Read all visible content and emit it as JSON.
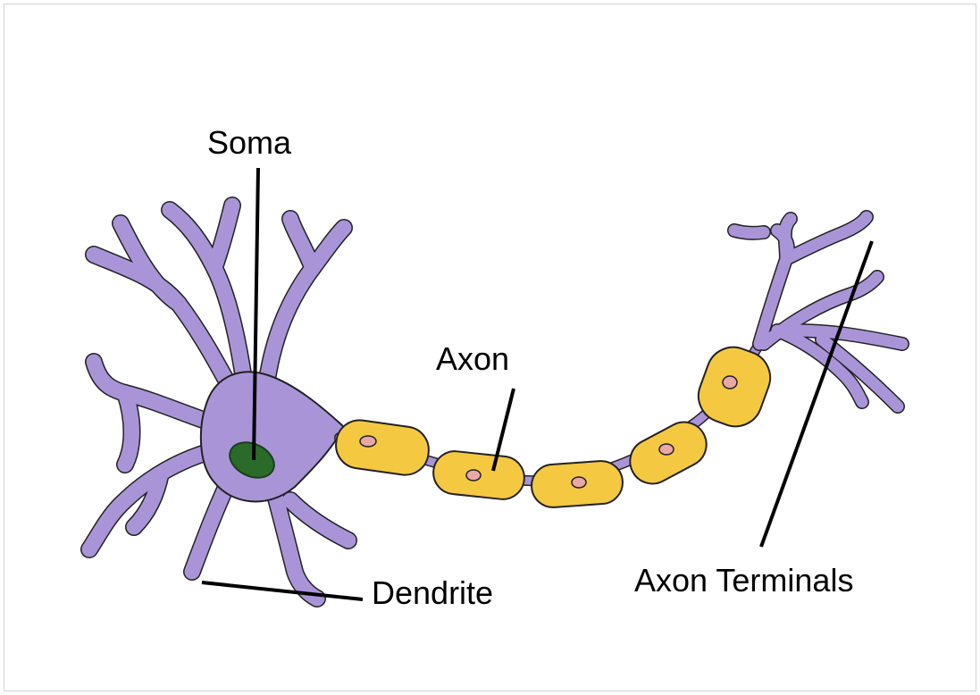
{
  "labels": {
    "soma": "Soma",
    "axon": "Axon",
    "dendrite": "Dendrite",
    "axon_terminals": "Axon Terminals"
  },
  "colors": {
    "cell_body": "#a994d8",
    "nucleus": "#2a6b2a",
    "myelin": "#f5c842",
    "schwann_nucleus": "#e9a7a7",
    "outline": "#222222",
    "pointer": "#000000"
  }
}
